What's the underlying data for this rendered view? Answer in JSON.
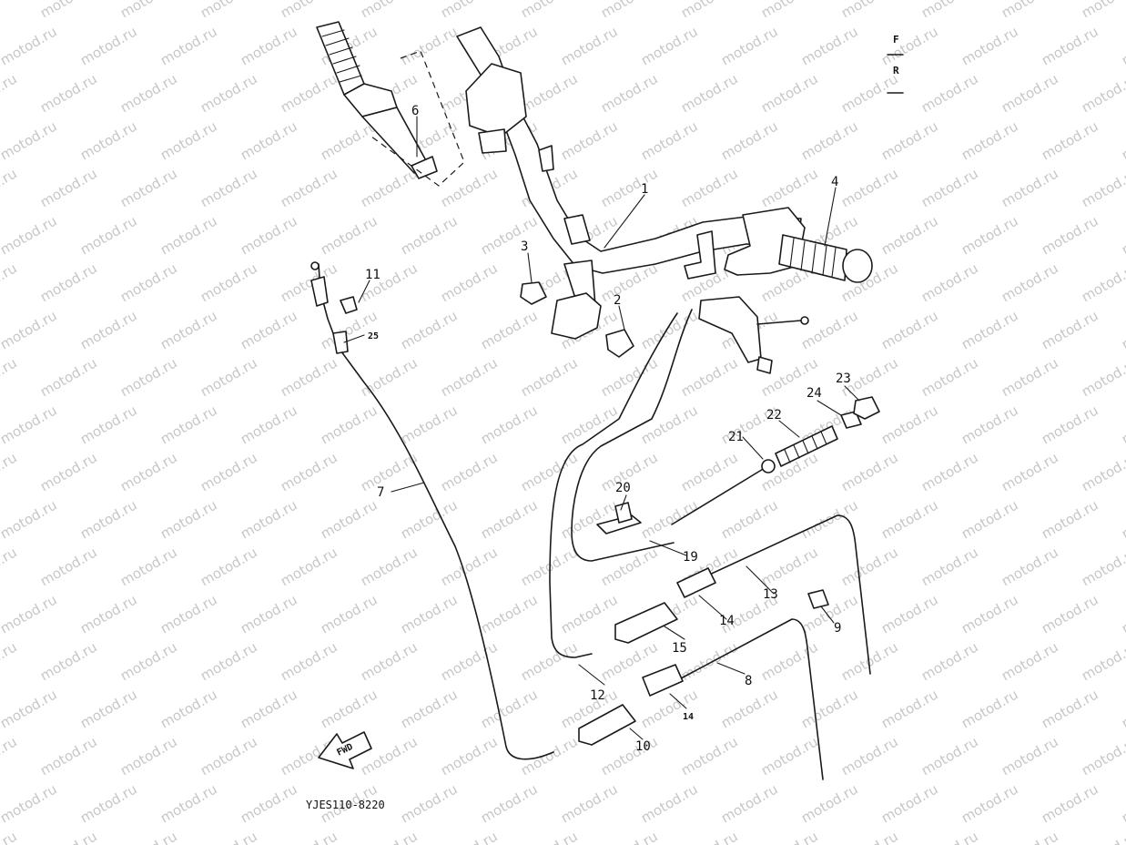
{
  "watermark": "motod.ru",
  "figure_code": "YJES110-8220",
  "side_marks": {
    "front": "F",
    "rear": "R"
  },
  "fwd_label": "FWD",
  "callouts": {
    "c1": "1",
    "c2": "2",
    "c3": "3",
    "c4": "4",
    "c6": "6",
    "c7": "7",
    "c8": "8",
    "c9": "9",
    "c10": "10",
    "c11": "11",
    "c12": "12",
    "c13": "13",
    "c14a": "14",
    "c14b": "14",
    "c15": "15",
    "c19": "19",
    "c20": "20",
    "c21": "21",
    "c22": "22",
    "c23": "23",
    "c24": "24",
    "c25": "25"
  },
  "icons": [
    "fwd-arrow-icon",
    "handlebar-icon"
  ]
}
